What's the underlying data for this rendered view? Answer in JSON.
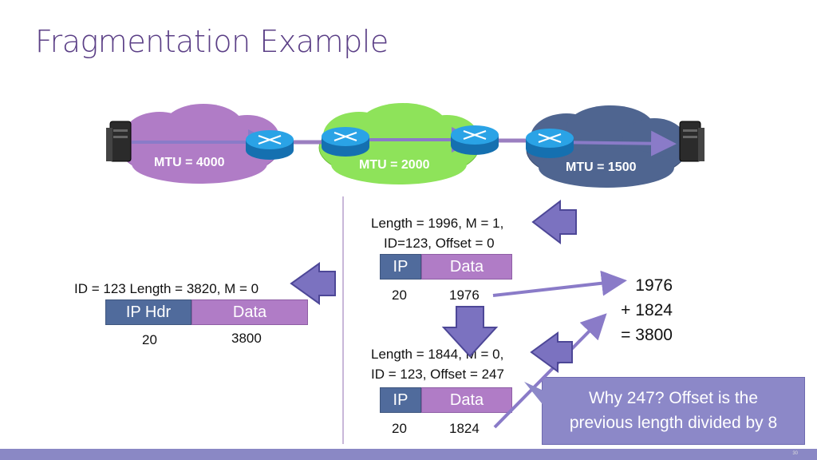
{
  "title": "Fragmentation Example",
  "network": {
    "mtu1": "MTU = 4000",
    "mtu2": "MTU = 2000",
    "mtu3": "MTU = 1500",
    "colors": {
      "cloud1": "#b07cc6",
      "cloud2": "#8ee35a",
      "cloud3": "#4f6590",
      "router": "#1d8fd6",
      "link": "#9b7fc0"
    }
  },
  "original": {
    "caption": "ID = 123 Length = 3820, M = 0",
    "header_label": "IP Hdr",
    "data_label": "Data",
    "header_size": "20",
    "data_size": "3800"
  },
  "fragment1": {
    "caption_line1": "Length = 1996, M = 1,",
    "caption_line2": "ID=123, Offset = 0",
    "header_label": "IP",
    "data_label": "Data",
    "header_size": "20",
    "data_size": "1976"
  },
  "fragment2": {
    "caption_line1": "Length = 1844, M = 0,",
    "caption_line2": "ID = 123, Offset = 247",
    "header_label": "IP",
    "data_label": "Data",
    "header_size": "20",
    "data_size": "1824"
  },
  "sum": {
    "line1": "1976",
    "line2": "+ 1824",
    "line3": "= 3800"
  },
  "callout": {
    "line1": "Why 247? Offset is the",
    "line2": "previous length divided by 8"
  },
  "page_number": "30"
}
